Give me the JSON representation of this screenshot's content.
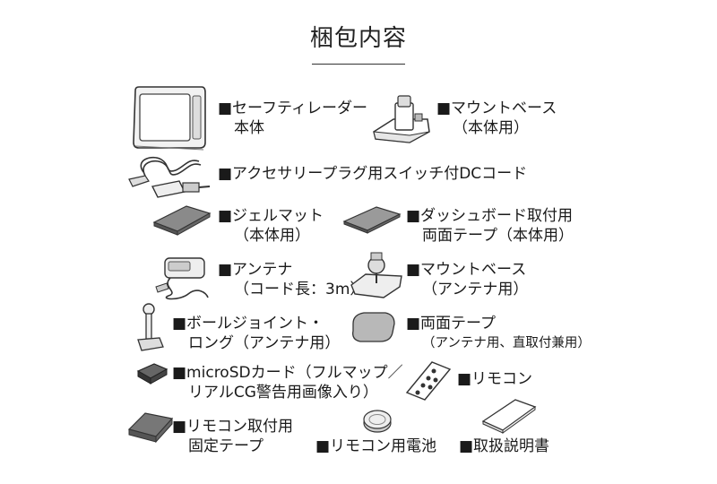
{
  "title": "梱包内容",
  "items": [
    {
      "line1": "■セーフティレーダー",
      "line2": "本体"
    },
    {
      "line1": "■マウントベース",
      "line2": "（本体用）"
    },
    {
      "line1": "■アクセサリープラグ用スイッチ付DCコード"
    },
    {
      "line1": "■ジェルマット",
      "line2": "（本体用）"
    },
    {
      "line1": "■ダッシュボード取付用",
      "line2": "両面テープ（本体用）"
    },
    {
      "line1": "■アンテナ",
      "line2": "（コード長：3m）"
    },
    {
      "line1": "■マウントベース",
      "line2": "（アンテナ用）"
    },
    {
      "line1": "■ボールジョイント・",
      "line2": "ロング（アンテナ用）"
    },
    {
      "line1": "■両面テープ",
      "line2": "（アンテナ用、直取付兼用）"
    },
    {
      "line1": "■microSDカード（フルマップ／",
      "line2": "リアルCG警告用画像入り）"
    },
    {
      "line1": "■リモコン"
    },
    {
      "line1": "■リモコン取付用",
      "line2": "固定テープ"
    },
    {
      "line1": "■リモコン用電池"
    },
    {
      "line1": "■取扱説明書"
    }
  ]
}
